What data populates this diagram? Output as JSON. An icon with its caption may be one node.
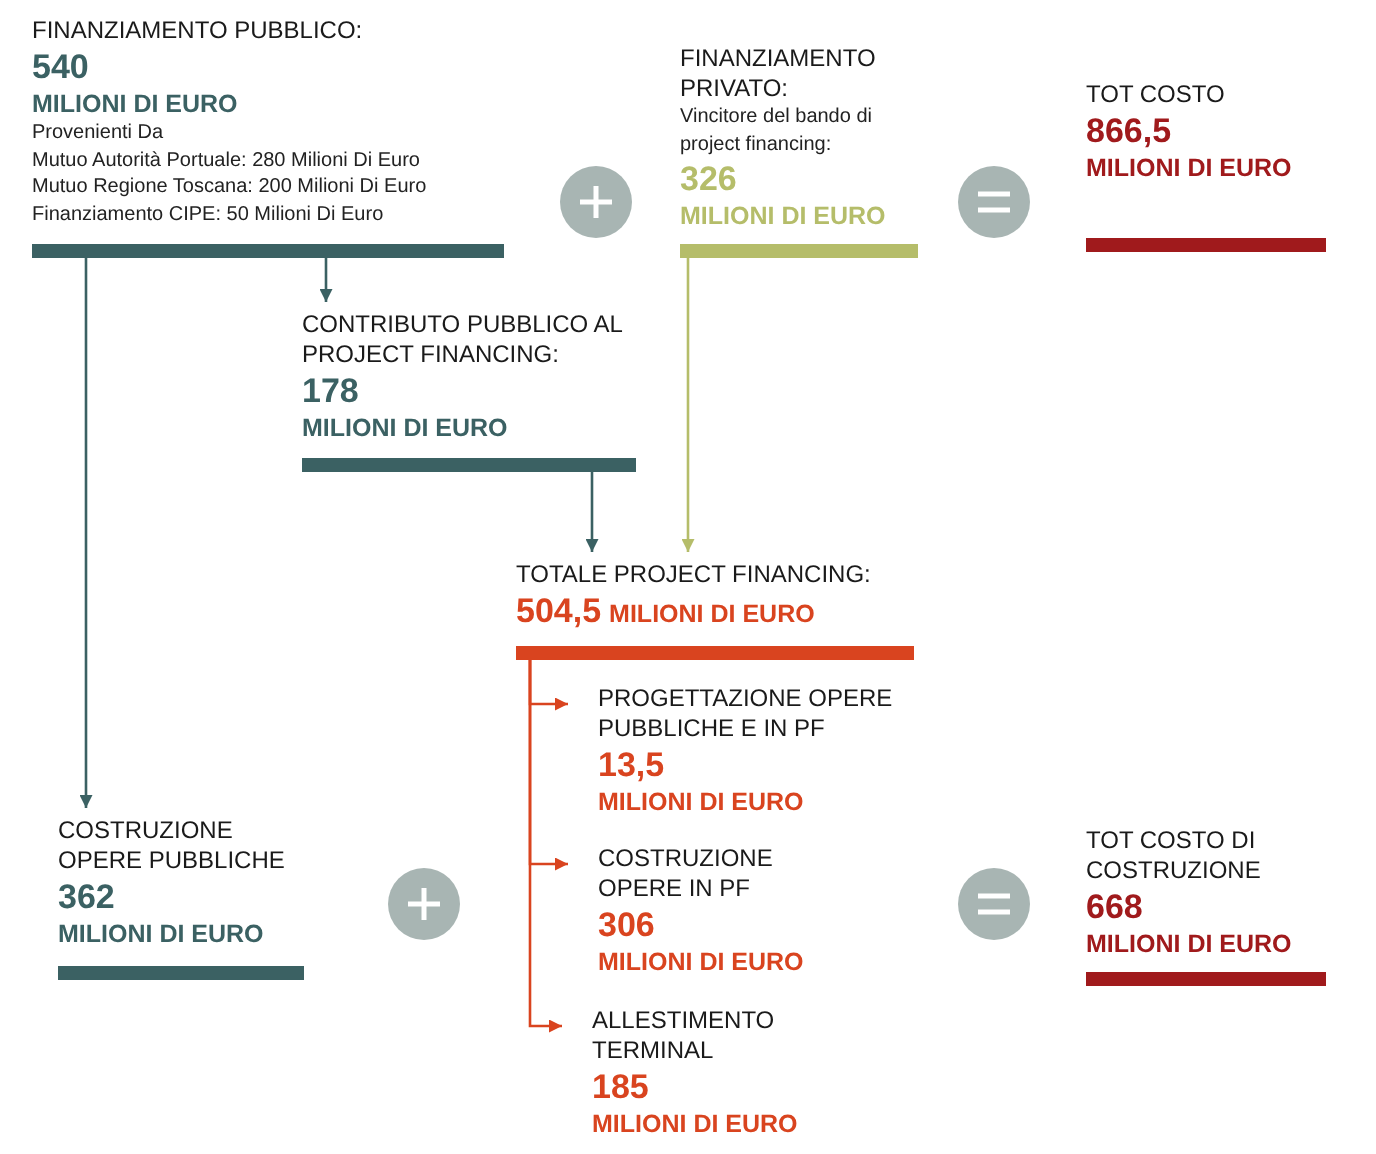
{
  "diagram": {
    "nodes": [
      {
        "text": [
          "FINANZIAMENTO PUBBLICO:",
          "540",
          "MILIONI DI EURO",
          "Provenienti Da",
          "Mutuo Autorità Portuale: 280 Milioni Di Euro",
          "Mutuo Regione Toscana: 200 Milioni Di Euro",
          "Finanziamento CIPE: 50 Milioni Di Euro"
        ]
      },
      {
        "text": [
          "FINANZIAMENTO PRIVATO:",
          "Vincitore del bando di project financing:",
          "326",
          "MILIONI DI EURO"
        ]
      },
      {
        "text": [
          "TOT COSTO",
          "866,5",
          "MILIONI DI EURO"
        ]
      },
      {
        "text": [
          "CONTRIBUTO PUBBLICO AL PROJECT FINANCING:",
          "178",
          "MILIONI DI EURO"
        ]
      },
      {
        "text": [
          "TOTALE PROJECT FINANCING:",
          "504,5",
          "MILIONI DI EURO"
        ]
      },
      {
        "text": [
          "COSTRUZIONE OPERE PUBBLICHE",
          "362",
          "MILIONI DI EURO"
        ]
      },
      {
        "text": [
          "PROGETTAZIONE OPERE PUBBLICHE E IN PF",
          "13,5",
          "MILIONI DI EURO"
        ]
      },
      {
        "text": [
          "COSTRUZIONE OPERE IN PF",
          "306",
          "MILIONI DI EURO"
        ]
      },
      {
        "text": [
          "ALLESTIMENTO TERMINAL",
          "185",
          "MILIONI DI EURO"
        ]
      },
      {
        "text": [
          "TOT COSTO DI COSTRUZIONE",
          "668",
          "MILIONI DI EURO"
        ]
      }
    ],
    "edges": [
      {
        "from": 0,
        "to": 3,
        "arrow": "to",
        "color": "#3b6163"
      },
      {
        "from": 0,
        "to": 5,
        "arrow": "to",
        "color": "#3b6163"
      },
      {
        "from": 3,
        "to": 4,
        "arrow": "to",
        "color": "#3b6163"
      },
      {
        "from": 1,
        "to": 4,
        "arrow": "to",
        "color": "#b5bd6a"
      },
      {
        "from": 4,
        "to": 6,
        "arrow": "to",
        "color": "#d9441f"
      },
      {
        "from": 4,
        "to": 7,
        "arrow": "to",
        "color": "#d9441f"
      },
      {
        "from": 4,
        "to": 8,
        "arrow": "to",
        "color": "#d9441f"
      }
    ]
  }
}
